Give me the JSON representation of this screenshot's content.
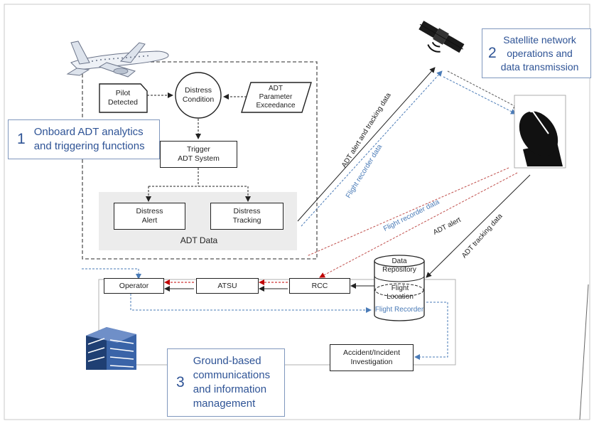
{
  "callouts": {
    "onboard": {
      "number": "1",
      "text": "Onboard ADT analytics\nand triggering functions"
    },
    "satellite": {
      "number": "2",
      "text": "Satellite network\noperations and\ndata transmission"
    },
    "ground": {
      "number": "3",
      "text": "Ground-based\ncommunications\nand information\nmanagement"
    }
  },
  "onboard_nodes": {
    "pilot_detected": "Pilot\nDetected",
    "distress_condition": "Distress\nCondition",
    "adt_parameter_exceedance": "ADT\nParameter\nExceedance",
    "trigger_adt_system": "Trigger\nADT System",
    "distress_alert": "Distress\nAlert",
    "distress_tracking": "Distress\nTracking",
    "adt_data_label": "ADT Data"
  },
  "ground_nodes": {
    "operator": "Operator",
    "atsu": "ATSU",
    "rcc": "RCC",
    "data_repository": "Data\nRepository",
    "flight_location": "Flight\nLocation",
    "flight_recorder": "Flight Recorder",
    "accident_investigation": "Accident/Incident\nInvestigation"
  },
  "link_labels": {
    "adt_alert_tracking": "ADT alert and tracking data",
    "flight_recorder_up": "Flight recorder data",
    "flight_recorder_down": "Flight recorder data",
    "adt_alert": "ADT alert",
    "adt_tracking": "ADT tracking data"
  },
  "colors": {
    "callout_text": "#2f5496",
    "blue_link": "#4a7bb7",
    "red_link": "#c0504d",
    "building": "#2c4f8a"
  },
  "icons": [
    "airplane-icon",
    "satellite-icon",
    "satellite-dish-icon",
    "office-building-icon"
  ]
}
